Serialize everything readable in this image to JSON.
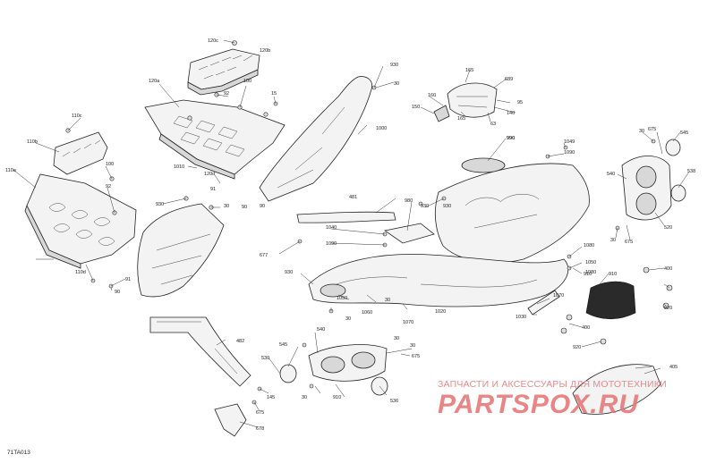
{
  "figure_id": "71TA013",
  "watermark": {
    "line1": "ЗАПЧАСТИ И АКСЕССУАРЫ ДЛЯ МОТОТЕХНИКИ",
    "line2": "PARTSPOX.RU"
  },
  "callouts": [
    "120c",
    "120b",
    "120a",
    "92",
    "100",
    "15",
    "110c",
    "110b",
    "110a",
    "100",
    "92",
    "1010",
    "120d",
    "91",
    "90",
    "110d",
    "91",
    "90",
    "930",
    "30",
    "1000",
    "930",
    "30",
    "90",
    "990",
    "910",
    "930",
    "481",
    "980",
    "930",
    "1040",
    "1090",
    "677",
    "930",
    "30",
    "1050",
    "1060",
    "30",
    "1020",
    "1070",
    "1030",
    "1070",
    "30",
    "540",
    "545",
    "530",
    "30",
    "910",
    "675",
    "30",
    "536",
    "482",
    "145",
    "675",
    "678",
    "165",
    "689",
    "160",
    "150",
    "165",
    "63",
    "140",
    "95",
    "990",
    "1049",
    "1090",
    "30",
    "675",
    "545",
    "540",
    "538",
    "520",
    "30",
    "675",
    "1080",
    "1050",
    "1080",
    "400",
    "910",
    "920",
    "400",
    "920",
    "405"
  ]
}
